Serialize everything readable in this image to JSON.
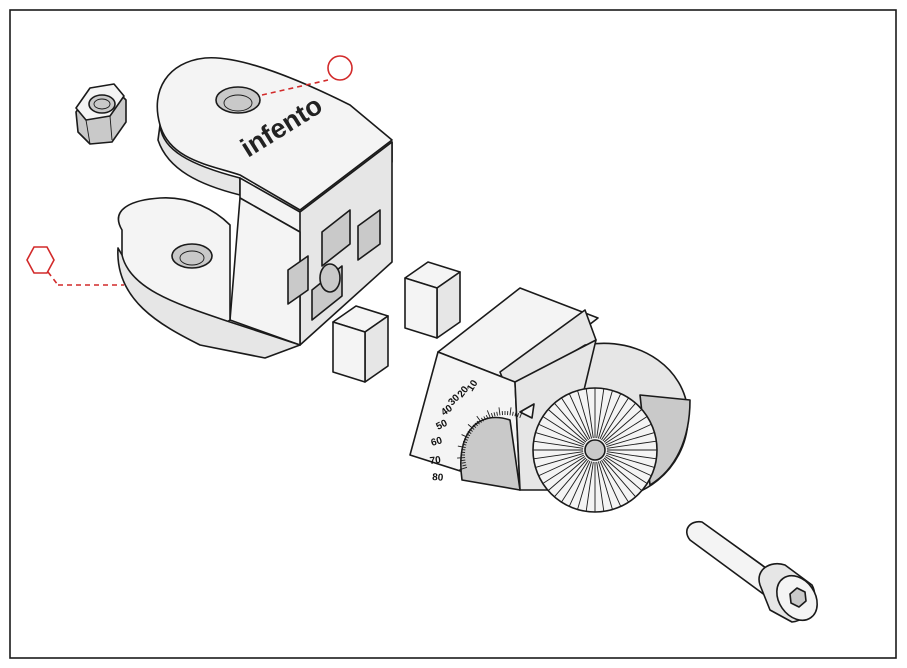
{
  "brand": {
    "text": "infento"
  },
  "scale_labels": [
    "10",
    "20",
    "30",
    "40",
    "50",
    "60",
    "70",
    "80"
  ],
  "colors": {
    "frame": "#1a1a1a",
    "marker": "#d22a2a",
    "shading": "#c9c9c9"
  },
  "icons": {
    "top_marker": "circle-outline-icon",
    "left_marker": "hexagon-outline-icon"
  }
}
